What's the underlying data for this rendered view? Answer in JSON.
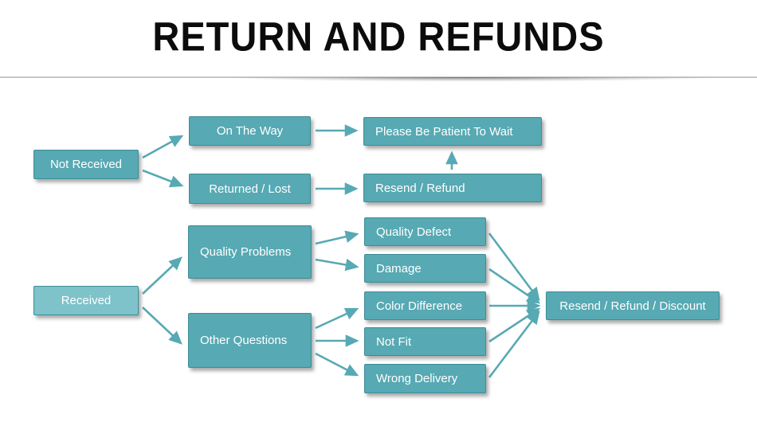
{
  "title": "RETURN AND REFUNDS",
  "colors": {
    "accent": "#57a9b3",
    "accent_border": "#3e8c96",
    "accent_light": "#7ec3c9",
    "arrow": "#57a9b3",
    "title_text": "#0c0c0c",
    "node_text": "#ffffff"
  },
  "nodes": [
    {
      "id": "not-received",
      "label": "Not Received"
    },
    {
      "id": "on-the-way",
      "label": "On The Way"
    },
    {
      "id": "please-be-patient",
      "label": "Please Be Patient To Wait"
    },
    {
      "id": "returned-lost",
      "label": "Returned / Lost"
    },
    {
      "id": "resend-refund",
      "label": "Resend / Refund"
    },
    {
      "id": "received",
      "label": "Received"
    },
    {
      "id": "quality-problems",
      "label": "Quality Problems"
    },
    {
      "id": "other-questions",
      "label": "Other Questions"
    },
    {
      "id": "quality-defect",
      "label": "Quality Defect"
    },
    {
      "id": "damage",
      "label": "Damage"
    },
    {
      "id": "color-difference",
      "label": "Color Difference"
    },
    {
      "id": "not-fit",
      "label": "Not Fit"
    },
    {
      "id": "wrong-delivery",
      "label": "Wrong Delivery"
    },
    {
      "id": "resend-refund-discount",
      "label": "Resend / Refund / Discount"
    }
  ],
  "edges": [
    {
      "from": "not-received",
      "to": "on-the-way"
    },
    {
      "from": "not-received",
      "to": "returned-lost"
    },
    {
      "from": "on-the-way",
      "to": "please-be-patient"
    },
    {
      "from": "returned-lost",
      "to": "resend-refund"
    },
    {
      "from": "resend-refund",
      "to": "please-be-patient"
    },
    {
      "from": "received",
      "to": "quality-problems"
    },
    {
      "from": "received",
      "to": "other-questions"
    },
    {
      "from": "quality-problems",
      "to": "quality-defect"
    },
    {
      "from": "quality-problems",
      "to": "damage"
    },
    {
      "from": "other-questions",
      "to": "color-difference"
    },
    {
      "from": "other-questions",
      "to": "not-fit"
    },
    {
      "from": "other-questions",
      "to": "wrong-delivery"
    },
    {
      "from": "quality-defect",
      "to": "resend-refund-discount"
    },
    {
      "from": "damage",
      "to": "resend-refund-discount"
    },
    {
      "from": "color-difference",
      "to": "resend-refund-discount"
    },
    {
      "from": "not-fit",
      "to": "resend-refund-discount"
    },
    {
      "from": "wrong-delivery",
      "to": "resend-refund-discount"
    }
  ]
}
